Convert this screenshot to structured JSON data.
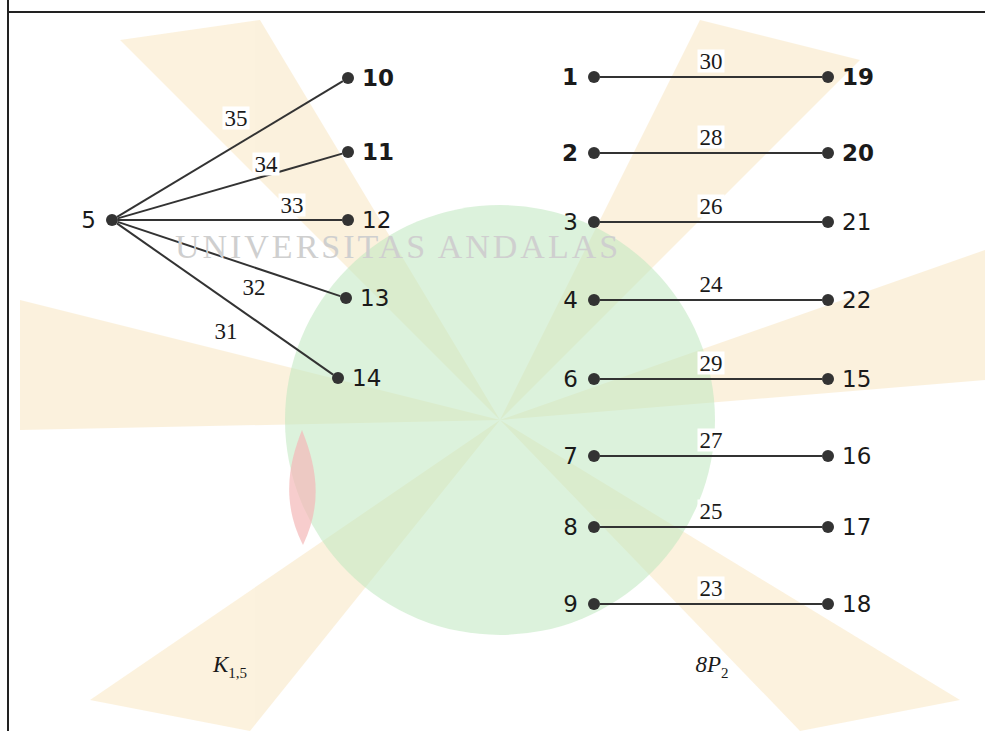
{
  "diagram": {
    "nodes": [
      {
        "text": [
          "5"
        ]
      },
      {
        "text": [
          "10"
        ]
      },
      {
        "text": [
          "11"
        ]
      },
      {
        "text": [
          "12"
        ]
      },
      {
        "text": [
          "13"
        ]
      },
      {
        "text": [
          "14"
        ]
      },
      {
        "text": [
          "1"
        ]
      },
      {
        "text": [
          "19"
        ]
      },
      {
        "text": [
          "2"
        ]
      },
      {
        "text": [
          "20"
        ]
      },
      {
        "text": [
          "3"
        ]
      },
      {
        "text": [
          "21"
        ]
      },
      {
        "text": [
          "4"
        ]
      },
      {
        "text": [
          "22"
        ]
      },
      {
        "text": [
          "6"
        ]
      },
      {
        "text": [
          "15"
        ]
      },
      {
        "text": [
          "7"
        ]
      },
      {
        "text": [
          "16"
        ]
      },
      {
        "text": [
          "8"
        ]
      },
      {
        "text": [
          "17"
        ]
      },
      {
        "text": [
          "9"
        ]
      },
      {
        "text": [
          "18"
        ]
      }
    ],
    "edges": [
      {
        "from": 0,
        "to": 1,
        "arrow": "none",
        "label": "35"
      },
      {
        "from": 0,
        "to": 2,
        "arrow": "none",
        "label": "34"
      },
      {
        "from": 0,
        "to": 3,
        "arrow": "none",
        "label": "33"
      },
      {
        "from": 0,
        "to": 4,
        "arrow": "none",
        "label": "32"
      },
      {
        "from": 0,
        "to": 5,
        "arrow": "none",
        "label": "31"
      },
      {
        "from": 6,
        "to": 7,
        "arrow": "none",
        "label": "30"
      },
      {
        "from": 8,
        "to": 9,
        "arrow": "none",
        "label": "28"
      },
      {
        "from": 10,
        "to": 11,
        "arrow": "none",
        "label": "26"
      },
      {
        "from": 12,
        "to": 13,
        "arrow": "none",
        "label": "24"
      },
      {
        "from": 14,
        "to": 15,
        "arrow": "none",
        "label": "29"
      },
      {
        "from": 16,
        "to": 17,
        "arrow": "none",
        "label": "27"
      },
      {
        "from": 18,
        "to": 19,
        "arrow": "none",
        "label": "25"
      },
      {
        "from": 20,
        "to": 21,
        "arrow": "none",
        "label": "23"
      }
    ],
    "labels": [
      "K",
      "1,5",
      "8P",
      "2",
      "UNIVERSITAS ANDALAS"
    ]
  }
}
